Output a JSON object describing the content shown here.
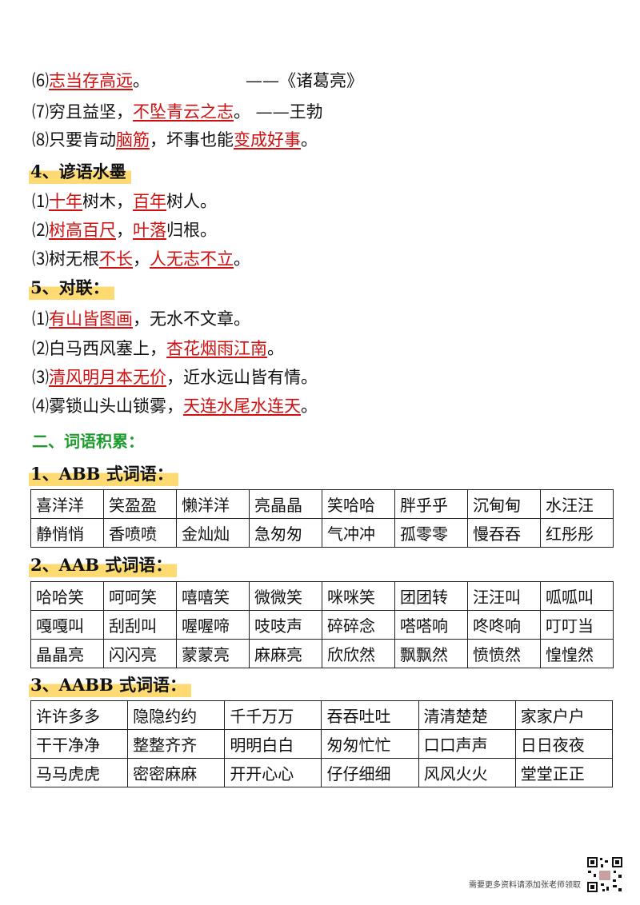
{
  "poems": [
    {
      "parts": [
        {
          "t": "⑹",
          "c": "plain"
        },
        {
          "t": "志当存高远",
          "c": "red"
        },
        {
          "t": "。",
          "c": "plain"
        },
        {
          "t": "",
          "c": "gap"
        },
        {
          "t": "——《诸葛亮》",
          "c": "plain"
        }
      ]
    },
    {
      "parts": [
        {
          "t": "⑺穷且益坚，",
          "c": "plain"
        },
        {
          "t": "不坠青云之志",
          "c": "red"
        },
        {
          "t": "。  ——王勃",
          "c": "plain"
        }
      ]
    },
    {
      "parts": [
        {
          "t": "⑻只要肯动",
          "c": "plain"
        },
        {
          "t": "脑筋",
          "c": "red"
        },
        {
          "t": "，坏事也能",
          "c": "plain"
        },
        {
          "t": "变成好事",
          "c": "red"
        },
        {
          "t": "。",
          "c": "plain"
        }
      ]
    }
  ],
  "section4": {
    "title": "4、谚语水墨",
    "lines": [
      {
        "parts": [
          {
            "t": "⑴",
            "c": "plain"
          },
          {
            "t": "十年",
            "c": "red"
          },
          {
            "t": "树木，",
            "c": "plain"
          },
          {
            "t": "百年",
            "c": "red"
          },
          {
            "t": "树人。",
            "c": "plain"
          }
        ]
      },
      {
        "parts": [
          {
            "t": "⑵",
            "c": "plain"
          },
          {
            "t": "树高百尺",
            "c": "red"
          },
          {
            "t": "，",
            "c": "plain"
          },
          {
            "t": "叶落",
            "c": "red"
          },
          {
            "t": "归根。",
            "c": "plain"
          }
        ]
      },
      {
        "parts": [
          {
            "t": "⑶树无根",
            "c": "plain"
          },
          {
            "t": "不长",
            "c": "red"
          },
          {
            "t": "，",
            "c": "plain"
          },
          {
            "t": "人无志不立",
            "c": "red"
          },
          {
            "t": "。",
            "c": "plain"
          }
        ]
      }
    ]
  },
  "section5": {
    "title": "5、对联：",
    "lines": [
      {
        "parts": [
          {
            "t": "⑴",
            "c": "plain"
          },
          {
            "t": "有山皆图画",
            "c": "red"
          },
          {
            "t": "，无水不文章。",
            "c": "plain"
          }
        ]
      },
      {
        "parts": [
          {
            "t": "⑵白马西风塞上，",
            "c": "plain"
          },
          {
            "t": "杏花烟雨江南",
            "c": "red"
          },
          {
            "t": "。",
            "c": "plain"
          }
        ]
      },
      {
        "parts": [
          {
            "t": "⑶",
            "c": "plain"
          },
          {
            "t": "清风明月本无价",
            "c": "red"
          },
          {
            "t": "，近水远山皆有情。",
            "c": "plain"
          }
        ]
      },
      {
        "parts": [
          {
            "t": "⑷雾锁山头山锁雾，",
            "c": "plain"
          },
          {
            "t": "天连水尾水连天",
            "c": "red"
          },
          {
            "t": "。",
            "c": "plain"
          }
        ]
      }
    ]
  },
  "part2_title": "二、词语积累：",
  "abb": {
    "title": "1、ABB 式词语：",
    "rows": [
      [
        "喜洋洋",
        "笑盈盈",
        "懒洋洋",
        "亮晶晶",
        "笑哈哈",
        "胖乎乎",
        "沉甸甸",
        "水汪汪"
      ],
      [
        "静悄悄",
        "香喷喷",
        "金灿灿",
        "急匆匆",
        "气冲冲",
        "孤零零",
        "慢吞吞",
        "红彤彤"
      ]
    ]
  },
  "aab": {
    "title": "2、AAB 式词语：",
    "rows": [
      [
        "哈哈笑",
        "呵呵笑",
        "嘻嘻笑",
        "微微笑",
        "咪咪笑",
        "团团转",
        "汪汪叫",
        "呱呱叫"
      ],
      [
        "嘎嘎叫",
        "刮刮叫",
        "喔喔啼",
        "吱吱声",
        "碎碎念",
        "嗒嗒响",
        "咚咚响",
        "叮叮当"
      ],
      [
        "晶晶亮",
        "闪闪亮",
        "蒙蒙亮",
        "麻麻亮",
        "欣欣然",
        "飘飘然",
        "愤愤然",
        "惶惶然"
      ]
    ]
  },
  "aabb": {
    "title": "3、AABB 式词语：",
    "rows": [
      [
        "许许多多",
        "隐隐约约",
        "千千万万",
        "吞吞吐吐",
        "清清楚楚",
        "家家户户"
      ],
      [
        "干干净净",
        "整整齐齐",
        "明明白白",
        "匆匆忙忙",
        "口口声声",
        "日日夜夜"
      ],
      [
        "马马虎虎",
        "密密麻麻",
        "开开心心",
        "仔仔细细",
        "风风火火",
        "堂堂正正"
      ]
    ]
  },
  "footer": {
    "note": "需要更多资料请添加张老师领取",
    "qr_icon": "qr-code-icon"
  }
}
